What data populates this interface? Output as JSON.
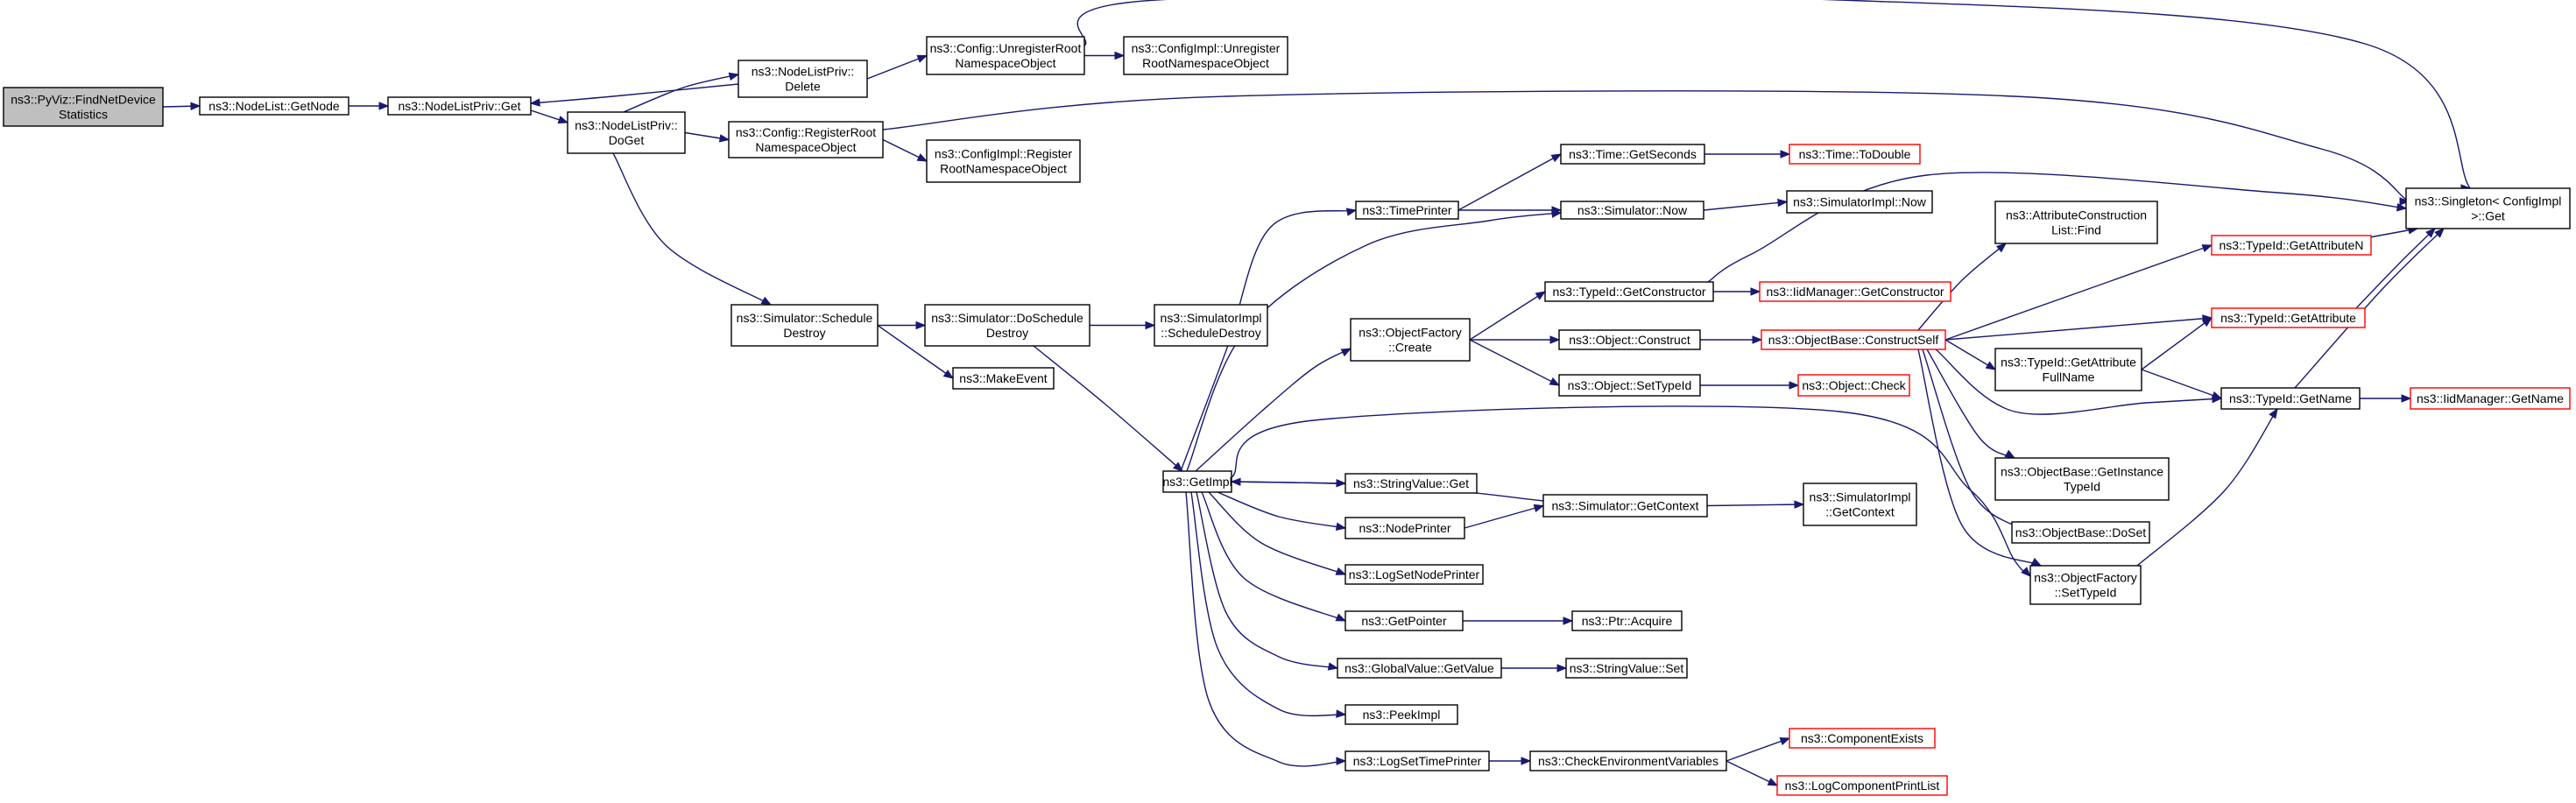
{
  "nodes": [
    {
      "id": "pyviz",
      "lines": [
        "ns3::PyViz::FindNetDevice",
        "Statistics"
      ],
      "root": true
    },
    {
      "id": "nodelist_getnode",
      "lines": [
        "ns3::NodeList::GetNode"
      ]
    },
    {
      "id": "nlp_get",
      "lines": [
        "ns3::NodeListPriv::Get"
      ]
    },
    {
      "id": "nlp_doget",
      "lines": [
        "ns3::NodeListPriv::",
        "DoGet"
      ]
    },
    {
      "id": "nlp_delete",
      "lines": [
        "ns3::NodeListPriv::",
        "Delete"
      ]
    },
    {
      "id": "cfg_unreg",
      "lines": [
        "ns3::Config::UnregisterRoot",
        "NamespaceObject"
      ]
    },
    {
      "id": "cfgimpl_unreg",
      "lines": [
        "ns3::ConfigImpl::Unregister",
        "RootNamespaceObject"
      ]
    },
    {
      "id": "cfg_reg",
      "lines": [
        "ns3::Config::RegisterRoot",
        "NamespaceObject"
      ]
    },
    {
      "id": "cfgimpl_reg",
      "lines": [
        "ns3::ConfigImpl::Register",
        "RootNamespaceObject"
      ]
    },
    {
      "id": "sim_schedule_destroy",
      "lines": [
        "ns3::Simulator::Schedule",
        "Destroy"
      ]
    },
    {
      "id": "sim_doschedule_destroy",
      "lines": [
        "ns3::Simulator::DoSchedule",
        "Destroy"
      ]
    },
    {
      "id": "simimpl_schedule_destroy",
      "lines": [
        "ns3::SimulatorImpl",
        "::ScheduleDestroy"
      ]
    },
    {
      "id": "make_event",
      "lines": [
        "ns3::MakeEvent"
      ]
    },
    {
      "id": "getimpl",
      "lines": [
        "ns3::GetImpl"
      ]
    },
    {
      "id": "timeprinter",
      "lines": [
        "ns3::TimePrinter"
      ]
    },
    {
      "id": "time_getseconds",
      "lines": [
        "ns3::Time::GetSeconds"
      ]
    },
    {
      "id": "time_todouble",
      "lines": [
        "ns3::Time::ToDouble"
      ],
      "truncated": true
    },
    {
      "id": "sim_now",
      "lines": [
        "ns3::Simulator::Now"
      ]
    },
    {
      "id": "simimpl_now",
      "lines": [
        "ns3::SimulatorImpl::Now"
      ]
    },
    {
      "id": "singleton_get",
      "lines": [
        "ns3::Singleton< ConfigImpl",
        " >::Get"
      ]
    },
    {
      "id": "objfactory_create",
      "lines": [
        "ns3::ObjectFactory",
        "::Create"
      ]
    },
    {
      "id": "typeid_getconstructor",
      "lines": [
        "ns3::TypeId::GetConstructor"
      ]
    },
    {
      "id": "iidmanager_getconstructor",
      "lines": [
        "ns3::IidManager::GetConstructor"
      ],
      "truncated": true
    },
    {
      "id": "object_construct",
      "lines": [
        "ns3::Object::Construct"
      ]
    },
    {
      "id": "objbase_constructself",
      "lines": [
        "ns3::ObjectBase::ConstructSelf"
      ],
      "truncated": true
    },
    {
      "id": "object_settypeid",
      "lines": [
        "ns3::Object::SetTypeId"
      ]
    },
    {
      "id": "object_check",
      "lines": [
        "ns3::Object::Check"
      ],
      "truncated": true
    },
    {
      "id": "attr_construction_find",
      "lines": [
        "ns3::AttributeConstruction",
        "List::Find"
      ]
    },
    {
      "id": "typeid_getattributen",
      "lines": [
        "ns3::TypeId::GetAttributeN"
      ],
      "truncated": true
    },
    {
      "id": "typeid_getattribute",
      "lines": [
        "ns3::TypeId::GetAttribute"
      ],
      "truncated": true
    },
    {
      "id": "typeid_getattribute_fullname",
      "lines": [
        "ns3::TypeId::GetAttribute",
        "FullName"
      ]
    },
    {
      "id": "typeid_getname",
      "lines": [
        "ns3::TypeId::GetName"
      ]
    },
    {
      "id": "iidmanager_getname",
      "lines": [
        "ns3::IidManager::GetName"
      ],
      "truncated": true
    },
    {
      "id": "objbase_getinstancetypeid",
      "lines": [
        "ns3::ObjectBase::GetInstance",
        "TypeId"
      ]
    },
    {
      "id": "objbase_doset",
      "lines": [
        "ns3::ObjectBase::DoSet"
      ]
    },
    {
      "id": "objfactory_settypeid",
      "lines": [
        "ns3::ObjectFactory",
        "::SetTypeId"
      ]
    },
    {
      "id": "stringvalue_get",
      "lines": [
        "ns3::StringValue::Get"
      ]
    },
    {
      "id": "sim_getcontext",
      "lines": [
        "ns3::Simulator::GetContext"
      ]
    },
    {
      "id": "simimpl_getcontext",
      "lines": [
        "ns3::SimulatorImpl",
        "::GetContext"
      ]
    },
    {
      "id": "nodeprinter",
      "lines": [
        "ns3::NodePrinter"
      ]
    },
    {
      "id": "logsetnodeprinter",
      "lines": [
        "ns3::LogSetNodePrinter"
      ]
    },
    {
      "id": "getpointer",
      "lines": [
        "ns3::GetPointer"
      ]
    },
    {
      "id": "ptr_acquire",
      "lines": [
        "ns3::Ptr::Acquire"
      ]
    },
    {
      "id": "globalvalue_getvalue",
      "lines": [
        "ns3::GlobalValue::GetValue"
      ]
    },
    {
      "id": "stringvalue_set",
      "lines": [
        "ns3::StringValue::Set"
      ]
    },
    {
      "id": "peekimpl",
      "lines": [
        "ns3::PeekImpl"
      ]
    },
    {
      "id": "logsettimeprinter",
      "lines": [
        "ns3::LogSetTimePrinter"
      ]
    },
    {
      "id": "check_env_vars",
      "lines": [
        "ns3::CheckEnvironmentVariables"
      ]
    },
    {
      "id": "component_exists",
      "lines": [
        "ns3::ComponentExists"
      ],
      "truncated": true
    },
    {
      "id": "log_component_printlist",
      "lines": [
        "ns3::LogComponentPrintList"
      ],
      "truncated": true
    }
  ],
  "edges": [
    {
      "from": "pyviz",
      "to": "nodelist_getnode"
    },
    {
      "from": "nodelist_getnode",
      "to": "nlp_get"
    },
    {
      "from": "nlp_get",
      "to": "nlp_doget"
    },
    {
      "from": "nlp_doget",
      "to": "nlp_delete"
    },
    {
      "from": "nlp_delete",
      "to": "nlp_get"
    },
    {
      "from": "nlp_delete",
      "to": "cfg_unreg"
    },
    {
      "from": "cfg_unreg",
      "to": "cfgimpl_unreg"
    },
    {
      "from": "cfg_unreg",
      "to": "singleton_get"
    },
    {
      "from": "nlp_doget",
      "to": "cfg_reg"
    },
    {
      "from": "cfg_reg",
      "to": "cfgimpl_reg"
    },
    {
      "from": "cfg_reg",
      "to": "singleton_get"
    },
    {
      "from": "nlp_doget",
      "to": "sim_schedule_destroy"
    },
    {
      "from": "sim_schedule_destroy",
      "to": "sim_doschedule_destroy"
    },
    {
      "from": "sim_schedule_destroy",
      "to": "make_event"
    },
    {
      "from": "sim_doschedule_destroy",
      "to": "simimpl_schedule_destroy"
    },
    {
      "from": "sim_doschedule_destroy",
      "to": "getimpl"
    },
    {
      "from": "getimpl",
      "to": "timeprinter"
    },
    {
      "from": "getimpl",
      "to": "sim_now"
    },
    {
      "from": "getimpl",
      "to": "objfactory_create"
    },
    {
      "from": "getimpl",
      "to": "stringvalue_get"
    },
    {
      "from": "getimpl",
      "to": "objfactory_settypeid"
    },
    {
      "from": "getimpl",
      "to": "nodeprinter"
    },
    {
      "from": "getimpl",
      "to": "logsetnodeprinter"
    },
    {
      "from": "getimpl",
      "to": "getpointer"
    },
    {
      "from": "getimpl",
      "to": "globalvalue_getvalue"
    },
    {
      "from": "getimpl",
      "to": "peekimpl"
    },
    {
      "from": "getimpl",
      "to": "logsettimeprinter"
    },
    {
      "from": "timeprinter",
      "to": "time_getseconds"
    },
    {
      "from": "timeprinter",
      "to": "sim_now"
    },
    {
      "from": "time_getseconds",
      "to": "time_todouble"
    },
    {
      "from": "sim_now",
      "to": "simimpl_now"
    },
    {
      "from": "objfactory_create",
      "to": "typeid_getconstructor"
    },
    {
      "from": "objfactory_create",
      "to": "object_construct"
    },
    {
      "from": "objfactory_create",
      "to": "object_settypeid"
    },
    {
      "from": "typeid_getconstructor",
      "to": "iidmanager_getconstructor"
    },
    {
      "from": "typeid_getconstructor",
      "to": "singleton_get"
    },
    {
      "from": "object_construct",
      "to": "objbase_constructself"
    },
    {
      "from": "object_settypeid",
      "to": "object_check"
    },
    {
      "from": "objbase_constructself",
      "to": "attr_construction_find"
    },
    {
      "from": "objbase_constructself",
      "to": "typeid_getattributen"
    },
    {
      "from": "objbase_constructself",
      "to": "typeid_getattribute"
    },
    {
      "from": "objbase_constructself",
      "to": "typeid_getattribute_fullname"
    },
    {
      "from": "objbase_constructself",
      "to": "typeid_getname"
    },
    {
      "from": "objbase_constructself",
      "to": "objbase_getinstancetypeid"
    },
    {
      "from": "objbase_constructself",
      "to": "objbase_doset"
    },
    {
      "from": "objbase_constructself",
      "to": "objfactory_settypeid"
    },
    {
      "from": "typeid_getattributen",
      "to": "singleton_get"
    },
    {
      "from": "typeid_getattribute",
      "to": "singleton_get"
    },
    {
      "from": "typeid_getattribute_fullname",
      "to": "typeid_getattribute"
    },
    {
      "from": "typeid_getattribute_fullname",
      "to": "typeid_getname"
    },
    {
      "from": "typeid_getname",
      "to": "singleton_get"
    },
    {
      "from": "typeid_getname",
      "to": "iidmanager_getname"
    },
    {
      "from": "objfactory_settypeid",
      "to": "typeid_getname"
    },
    {
      "from": "nodeprinter",
      "to": "sim_getcontext"
    },
    {
      "from": "sim_getcontext",
      "to": "getimpl"
    },
    {
      "from": "sim_getcontext",
      "to": "simimpl_getcontext"
    },
    {
      "from": "getpointer",
      "to": "ptr_acquire"
    },
    {
      "from": "globalvalue_getvalue",
      "to": "stringvalue_set"
    },
    {
      "from": "logsettimeprinter",
      "to": "check_env_vars"
    },
    {
      "from": "check_env_vars",
      "to": "component_exists"
    },
    {
      "from": "check_env_vars",
      "to": "log_component_printlist"
    }
  ]
}
